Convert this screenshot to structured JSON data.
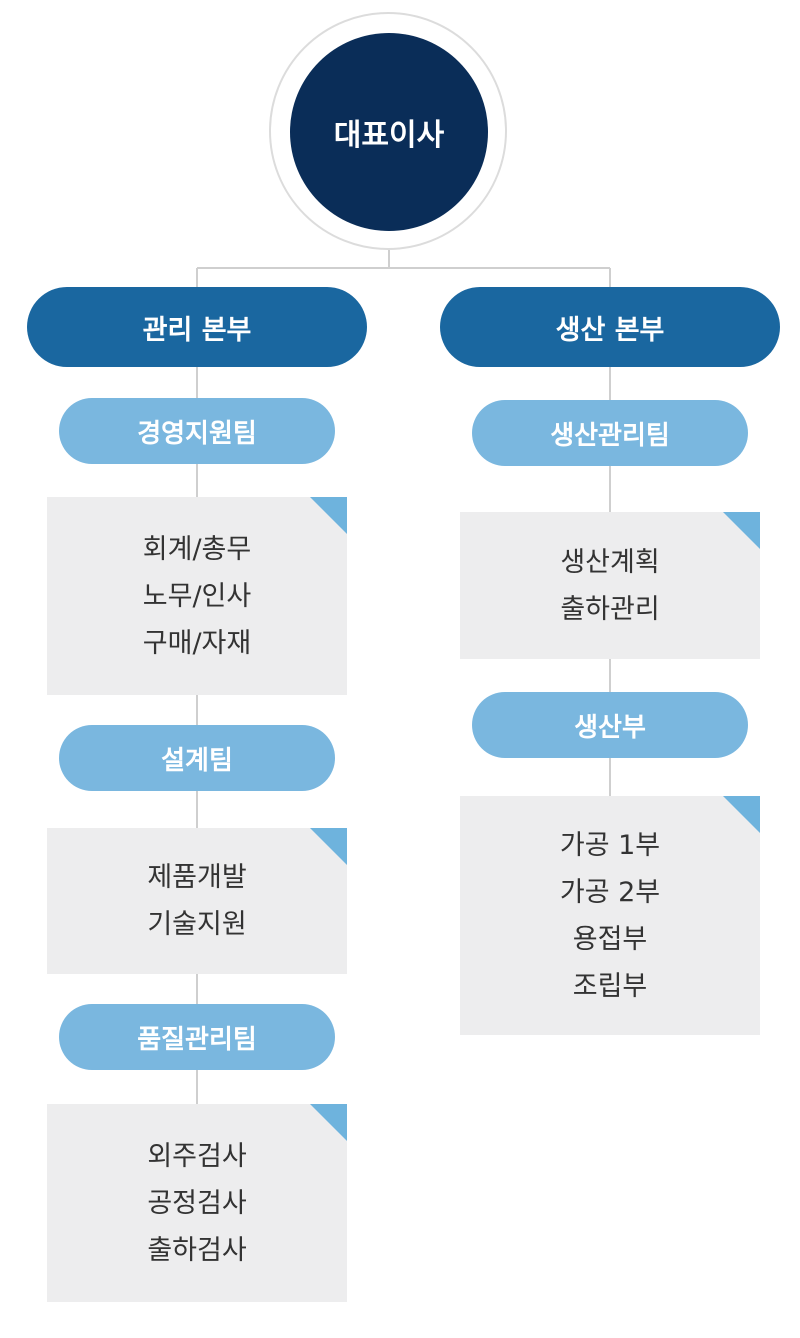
{
  "ceo": {
    "label": "대표이사"
  },
  "colors": {
    "ceo": "#0a2d58",
    "division": "#1a67a0",
    "team": "#7ab7df",
    "box": "#ededee",
    "corner": "#6eb3dd",
    "connector": "#cfcfcf"
  },
  "divisions": [
    {
      "label": "관리 본부",
      "teams": [
        {
          "label": "경영지원팀",
          "tasks": [
            "회계/총무",
            "노무/인사",
            "구매/자재"
          ]
        },
        {
          "label": "설계팀",
          "tasks": [
            "제품개발",
            "기술지원"
          ]
        },
        {
          "label": "품질관리팀",
          "tasks": [
            "외주검사",
            "공정검사",
            "출하검사"
          ]
        }
      ]
    },
    {
      "label": "생산 본부",
      "teams": [
        {
          "label": "생산관리팀",
          "tasks": [
            "생산계획",
            "출하관리"
          ]
        },
        {
          "label": "생산부",
          "tasks": [
            "가공 1부",
            "가공 2부",
            "용접부",
            "조립부"
          ]
        }
      ]
    }
  ]
}
